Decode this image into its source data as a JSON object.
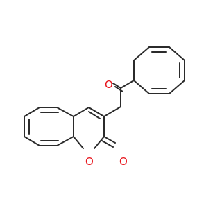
{
  "molecule": {
    "atoms": {
      "ketone_oxygen": "O",
      "ring_oxygen": "O",
      "lactone_oxygen": "O"
    },
    "colors": {
      "bond": "#2b2b2b",
      "oxygen": "#e8141b",
      "background": "#ffffff"
    }
  }
}
